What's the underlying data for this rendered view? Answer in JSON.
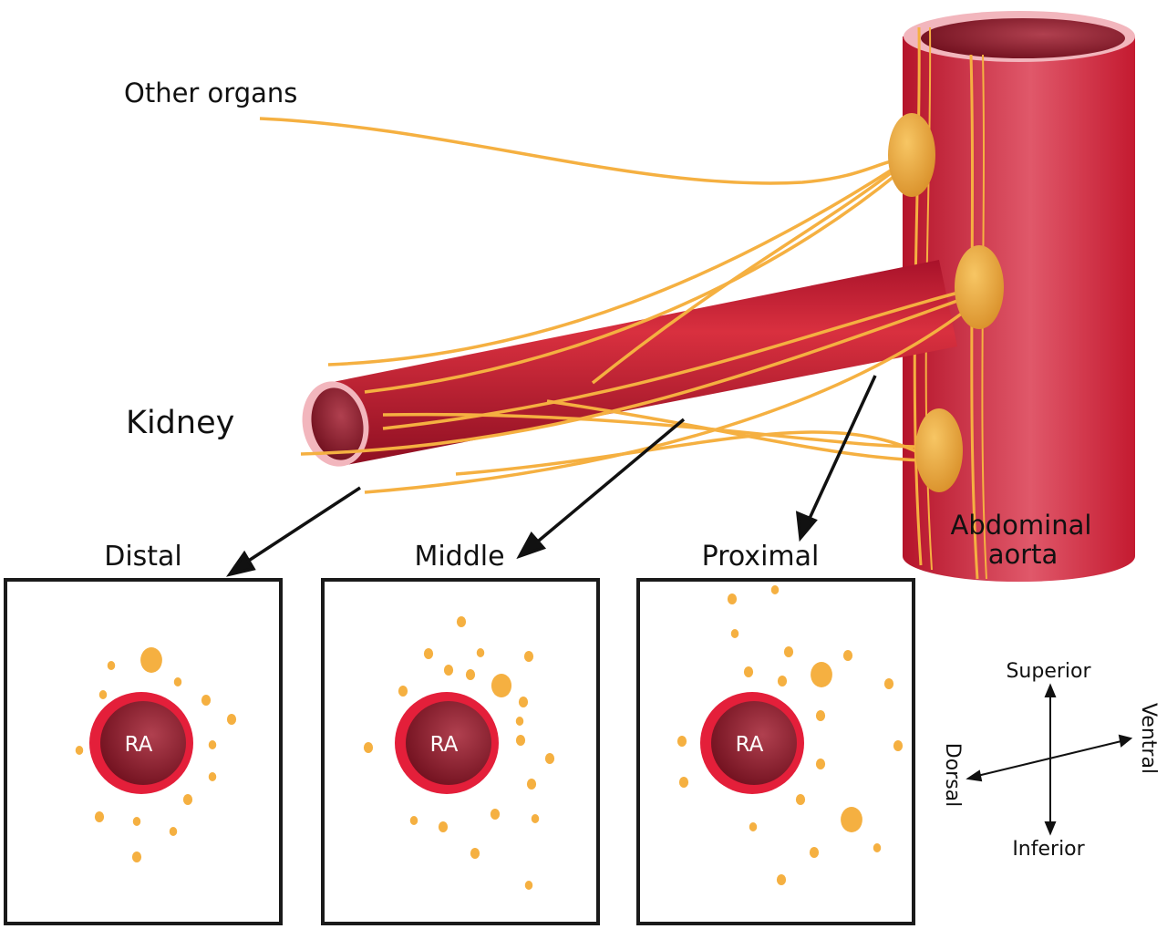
{
  "labels": {
    "other_organs": "Other organs",
    "kidney": "Kidney",
    "abdominal_aorta_line1": "Abdominal",
    "abdominal_aorta_line2": "aorta"
  },
  "panels": [
    {
      "title": "Distal",
      "vessel_label": "RA"
    },
    {
      "title": "Middle",
      "vessel_label": "RA"
    },
    {
      "title": "Proximal",
      "vessel_label": "RA"
    }
  ],
  "compass": {
    "superior": "Superior",
    "inferior": "Inferior",
    "dorsal": "Dorsal",
    "ventral": "Ventral"
  },
  "colors": {
    "artery": "#c8182e",
    "artery_dark": "#7a0f1e",
    "nerve": "#f5b041",
    "ganglion": "#e8a53a",
    "wall": "#e41f3a"
  }
}
